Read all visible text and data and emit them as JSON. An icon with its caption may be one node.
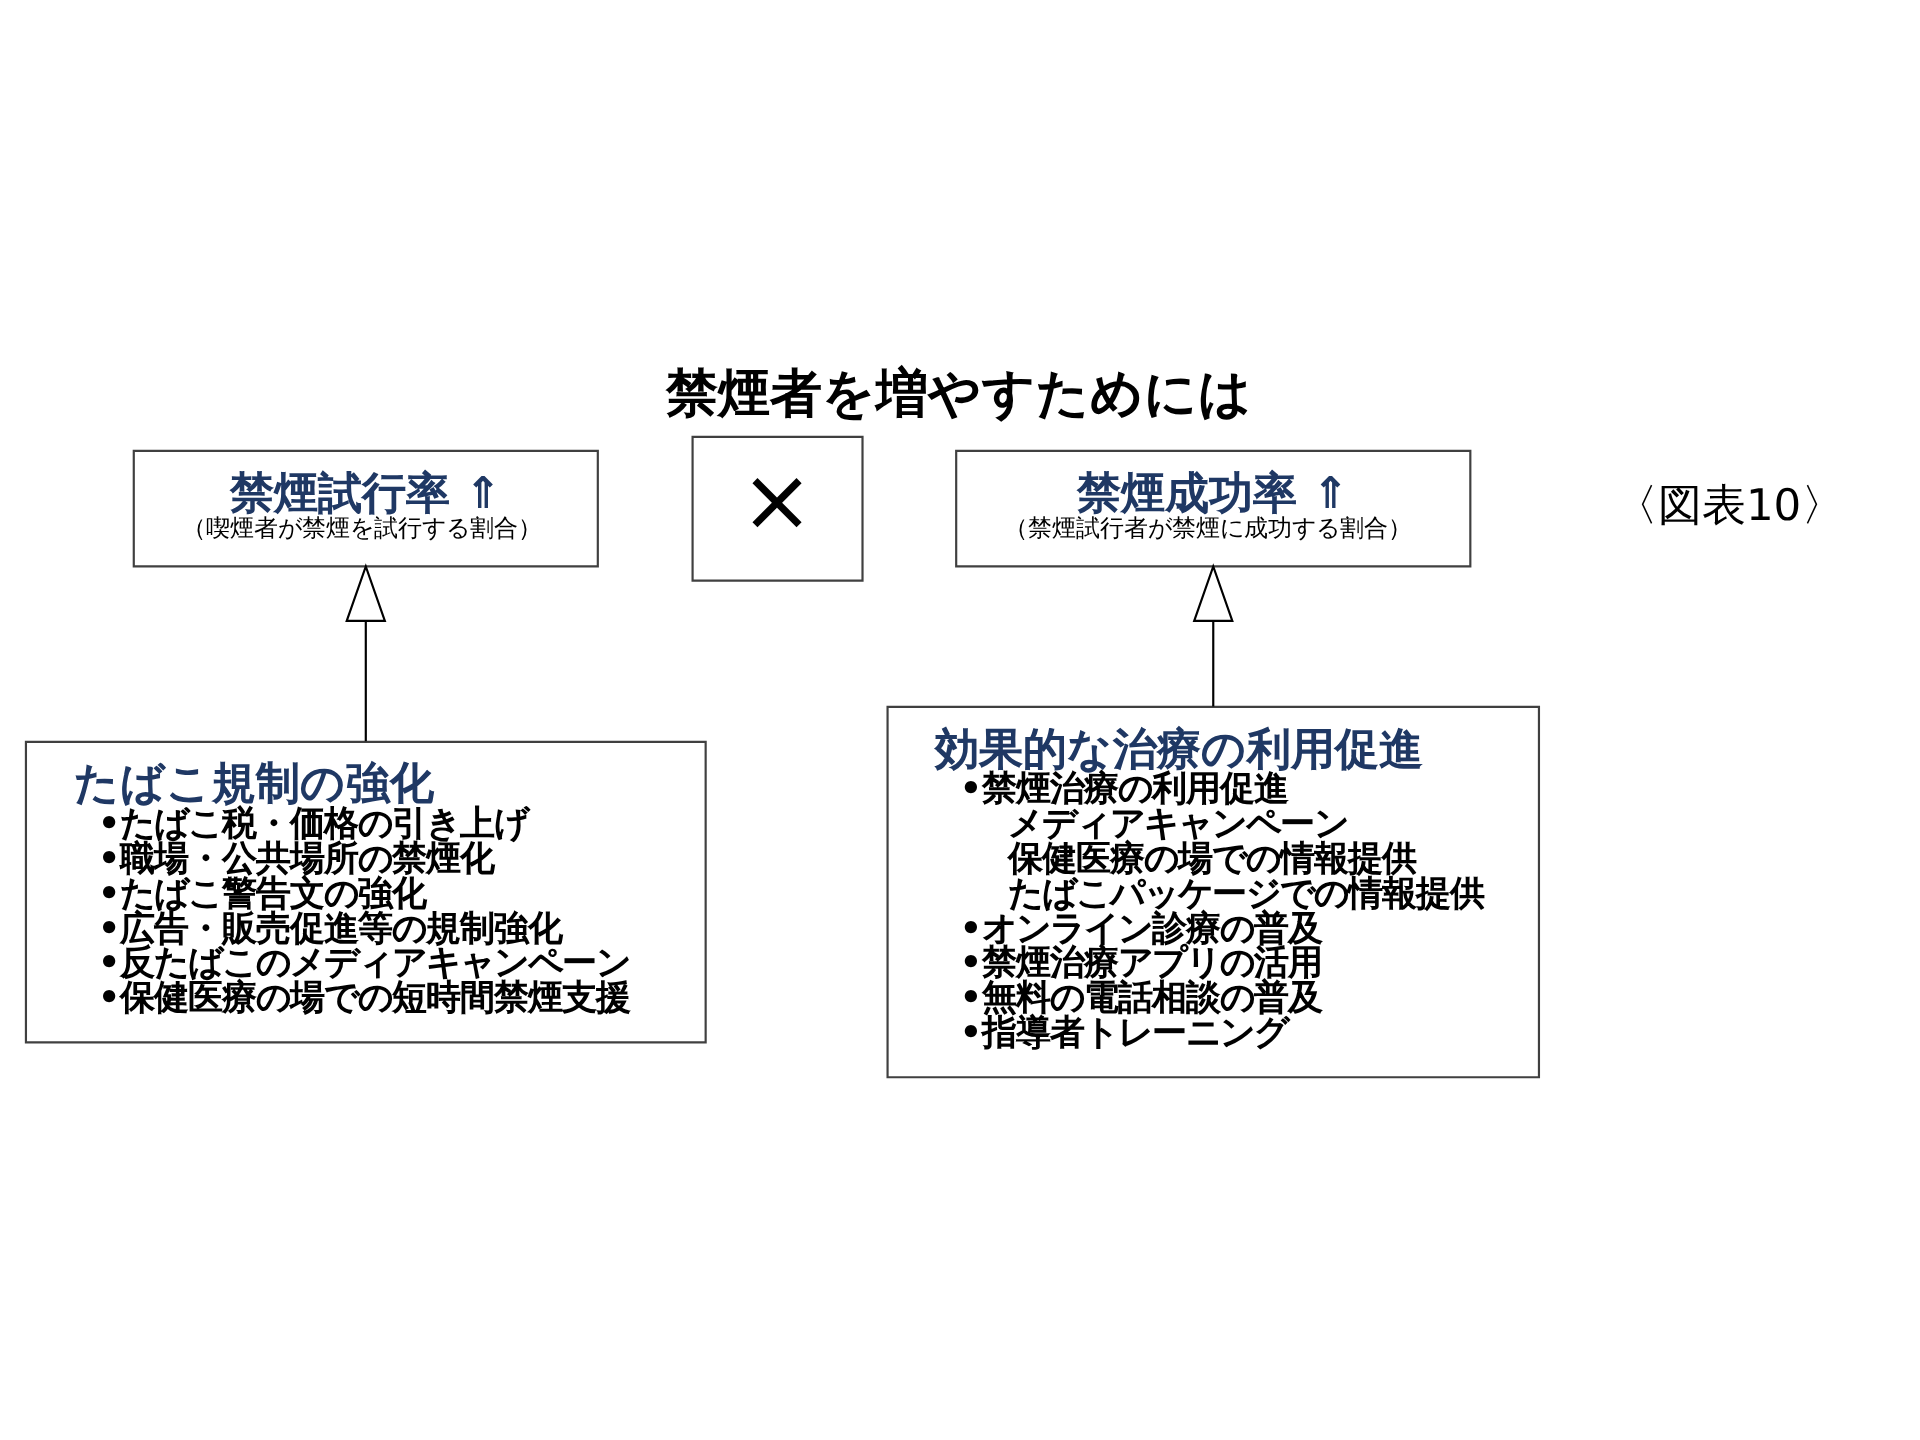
{
  "diagram": {
    "title": "禁煙者を増やすためには",
    "nodes": [
      {
        "text": [
          "禁煙試行率 ⇑",
          "（喫煙者が禁煙を試行する割合）"
        ]
      },
      {
        "text": [
          "×"
        ]
      },
      {
        "text": [
          "禁煙成功率 ⇑",
          "（禁煙試行者が禁煙に成功する割合）"
        ]
      },
      {
        "text": [
          "たばこ規制の強化",
          "•たばこ税・価格の引き上げ",
          "•職場・公共場所の禁煙化",
          "•たばこ警告文の強化",
          "•広告・販売促進等の規制強化",
          "•反たばこのメディアキャンペーン",
          "•保健医療の場での短時間禁煙支援"
        ]
      },
      {
        "text": [
          "効果的な治療の利用促進",
          "•禁煙治療の利用促進",
          "メディアキャンペーン",
          "保健医療の場での情報提供",
          "たばこパッケージでの情報提供",
          "•オンライン診療の普及",
          "•禁煙治療アプリの活用",
          "•無料の電話相談の普及",
          "•指導者トレーニング"
        ]
      }
    ],
    "edges": [
      {
        "from": 3,
        "to": 0,
        "arrow": "to"
      },
      {
        "from": 4,
        "to": 2,
        "arrow": "to"
      }
    ],
    "labels": [
      "〈図表10〉"
    ]
  }
}
